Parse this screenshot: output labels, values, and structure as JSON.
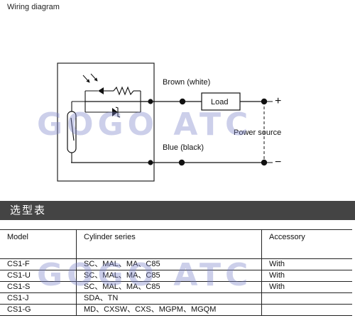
{
  "diagram": {
    "title": "Wiring diagram",
    "labels": {
      "brown": "Brown (white)",
      "load": "Load",
      "power": "Power source",
      "blue": "Blue (black)",
      "plus": "+",
      "minus": "−"
    }
  },
  "watermark": "GOGO ATC",
  "section": {
    "title": "选型表"
  },
  "table": {
    "headers": [
      "Model",
      "Cylinder series",
      "Accessory"
    ],
    "rows": [
      [
        "CS1-F",
        "SC、MAL、MA、C85",
        "With"
      ],
      [
        "CS1-U",
        "SC、MAL、MA、C85",
        "With"
      ],
      [
        "CS1-S",
        "SC、MAL、MA、C85",
        "With"
      ],
      [
        "CS1-J",
        "SDA、TN",
        ""
      ],
      [
        "CS1-G",
        "MD、CXSW、CXS、MGPM、MGQM",
        ""
      ]
    ]
  },
  "colors": {
    "banner": "#444444",
    "watermark": "#7882c8"
  }
}
